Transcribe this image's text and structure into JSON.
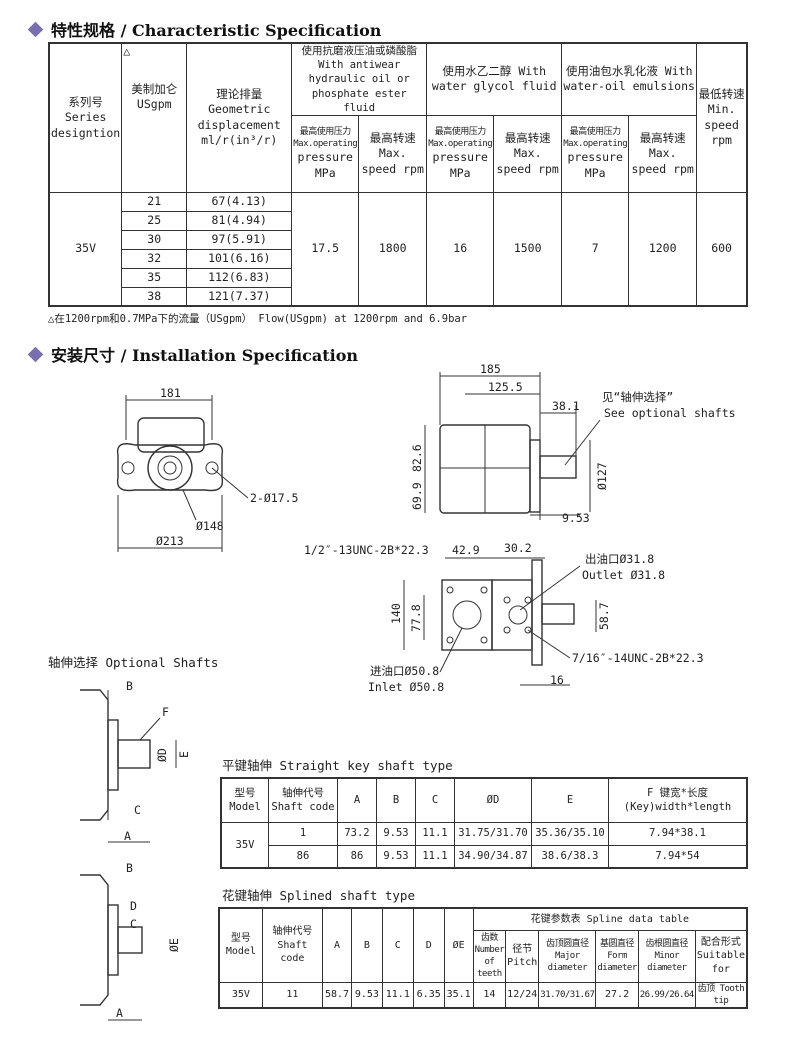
{
  "sections": {
    "characteristic": "特性规格 / Characteristic Specification",
    "installation": "安装尺寸 / Installation Specification"
  },
  "spec_table": {
    "h_series": "系列号 Series designtion",
    "h_triangle": "△",
    "h_usgpm": "美制加仑 USgpm",
    "h_disp": "理论排量 Geometric displacement ml/r(in³/r)",
    "h_fluid1": "使用抗磨液压油或磷酸脂 With antiwear hydraulic oil or phosphate ester fluid",
    "h_fluid2": "使用水乙二醇 With water glycol fluid",
    "h_fluid3": "使用油包水乳化液 With water-oil emulsions",
    "h_minspeed": "最低转速 Min. speed rpm",
    "h_press_cn": "最高使用压力",
    "h_press_en": "Max.operating",
    "h_press_unit": "pressure MPa",
    "h_speed": "最高转速 Max. speed rpm",
    "series": "35V",
    "rows": [
      {
        "gpm": "21",
        "disp": "67(4.13)"
      },
      {
        "gpm": "25",
        "disp": "81(4.94)"
      },
      {
        "gpm": "30",
        "disp": "97(5.91)"
      },
      {
        "gpm": "32",
        "disp": "101(6.16)"
      },
      {
        "gpm": "35",
        "disp": "112(6.83)"
      },
      {
        "gpm": "38",
        "disp": "121(7.37)"
      }
    ],
    "p1": "17.5",
    "s1": "1800",
    "p2": "16",
    "s2": "1500",
    "p3": "7",
    "s3": "1200",
    "min": "600"
  },
  "note": "△在1200rpm和0.7MPa下的流量（USgpm） Flow(USgpm) at 1200rpm and 6.9bar",
  "drawing": {
    "d181": "181",
    "hole": "2-Ø17.5",
    "d148": "Ø148",
    "d213": "Ø213",
    "d185": "185",
    "d125": "125.5",
    "d38": "38.1",
    "see_cn": "见“轴伸选择”",
    "see_en": "See optional shafts",
    "d826": "82.6",
    "d699": "69.9",
    "d127": "Ø127",
    "d953": "9.53",
    "thread1": "1/2″-13UNC-2B*22.3",
    "d429": "42.9",
    "d302": "30.2",
    "outlet_cn": "出油口Ø31.8",
    "outlet_en": "Outlet Ø31.8",
    "d140": "140",
    "d778": "77.8",
    "d587": "58.7",
    "thread2": "7/16″-14UNC-2B*22.3",
    "inlet_cn": "进油口Ø50.8",
    "inlet_en": "Inlet Ø50.8",
    "d16": "16"
  },
  "optional_title": "轴伸选择 Optional Shafts",
  "shaft_labels": {
    "A": "A",
    "B": "B",
    "C": "C",
    "D": "D",
    "E": "E",
    "F": "F",
    "OD": "ØD",
    "OE": "ØE"
  },
  "straight": {
    "title": "平键轴伸 Straight key shaft type",
    "headers": [
      "型号 Model",
      "轴伸代号 Shaft code",
      "A",
      "B",
      "C",
      "ØD",
      "E",
      "F 键宽*长度 (Key)width*length"
    ],
    "model": "35V",
    "rows": [
      [
        "1",
        "73.2",
        "9.53",
        "11.1",
        "31.75/31.70",
        "35.36/35.10",
        "7.94*38.1"
      ],
      [
        "86",
        "86",
        "9.53",
        "11.1",
        "34.90/34.87",
        "38.6/38.3",
        "7.94*54"
      ]
    ]
  },
  "spline": {
    "title": "花键轴伸 Splined shaft type",
    "group": "花键参数表 Spline data table",
    "headers": [
      "型号 Model",
      "轴伸代号 Shaft code",
      "A",
      "B",
      "C",
      "D",
      "ØE"
    ],
    "sub": [
      "齿数 Number of teeth",
      "径节 Pitch",
      "齿顶圆直径 Major diameter",
      "基圆直径 Form diameter",
      "齿根圆直径 Minor diameter",
      "配合形式 Suitable for"
    ],
    "row": [
      "35V",
      "11",
      "58.7",
      "9.53",
      "11.1",
      "6.35",
      "35.1",
      "14",
      "12/24",
      "31.70/31.67",
      "27.2",
      "26.99/26.64",
      "齿顶 Tooth tip"
    ]
  }
}
